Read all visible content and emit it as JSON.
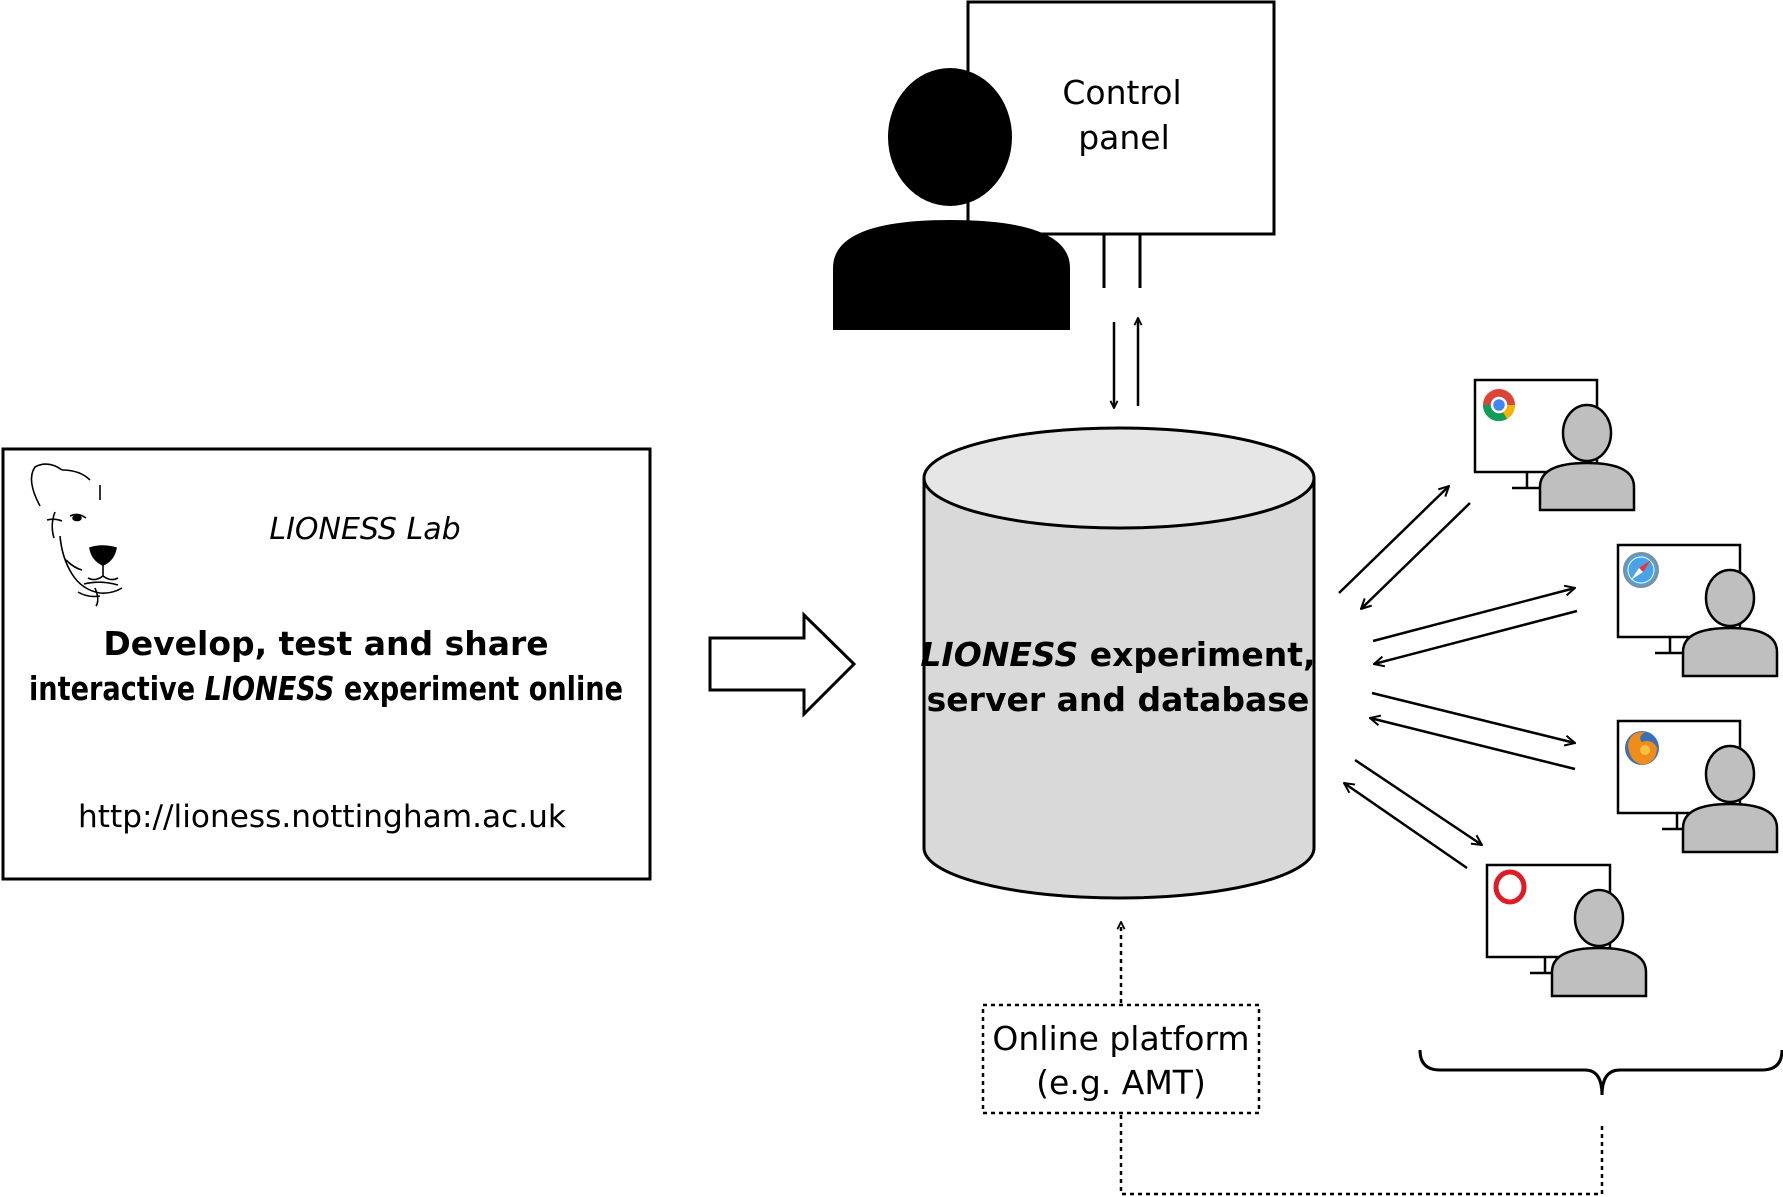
{
  "labels": {
    "control_panel_line1": "Control",
    "control_panel_line2": "panel",
    "lioness_lab": "LIONESS Lab",
    "develop_line1": "Develop, test and share",
    "develop_line2_prefix": "interactive ",
    "develop_line2_italic": "LIONESS",
    "develop_line2_suffix": " experiment online",
    "url": "http://lioness.nottingham.ac.uk",
    "server_line1_italic": "LIONESS",
    "server_line1_suffix": " experiment,",
    "server_line2": "server and database",
    "platform_line1": "Online platform",
    "platform_line2": "(e.g. AMT)"
  },
  "icons": {
    "researcher": "person-silhouette-icon",
    "database": "database-cylinder-icon",
    "lion_logo": "lion-face-logo-icon",
    "browsers": [
      "chrome-icon",
      "safari-icon",
      "firefox-icon",
      "opera-icon"
    ],
    "participant": "person-silhouette-icon"
  },
  "colors": {
    "stroke": "#000000",
    "cylinder_body": "#d9d9d9",
    "cylinder_top": "#e6e6e6",
    "participant_fill": "#bfbfbf",
    "researcher_fill": "#000000"
  }
}
